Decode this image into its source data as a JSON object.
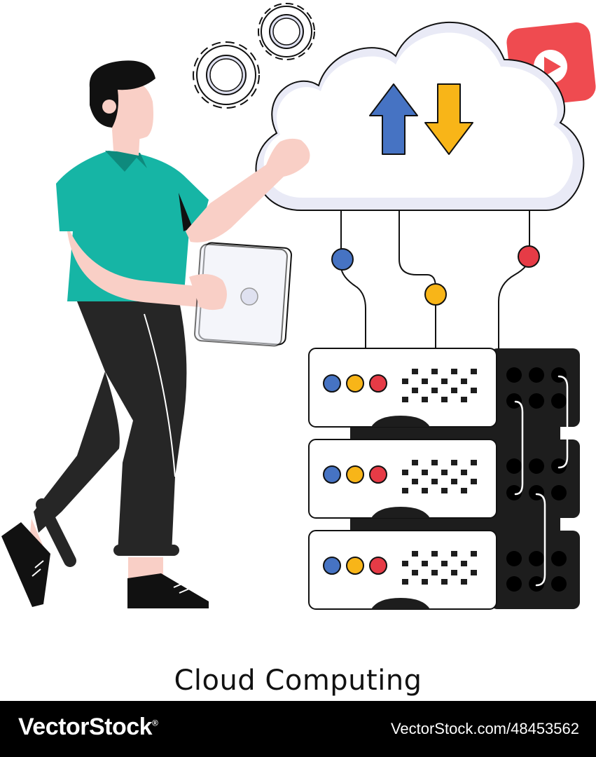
{
  "caption": "Cloud Computing",
  "watermark": {
    "brand": "VectorStock",
    "brand_symbol": "®",
    "stock_id": "VectorStock.com/48453562"
  },
  "icons": [
    "gear-icon",
    "gear-icon",
    "play-icon",
    "upload-arrow-icon",
    "download-arrow-icon",
    "tablet-icon"
  ],
  "colors": {
    "shirt": "#16b5a5",
    "pants": "#262626",
    "skin": "#f9cfc6",
    "cloud_fill": "#ffffff",
    "cloud_shade": "#e9eaf6",
    "arrow_up": "#4673c3",
    "arrow_down": "#f8b518",
    "play_badge": "#ef4b50",
    "node_blue": "#4673c3",
    "node_yellow": "#f8b518",
    "node_red": "#e63b46",
    "server_dark": "#1d1d1d",
    "outline": "#111111"
  }
}
